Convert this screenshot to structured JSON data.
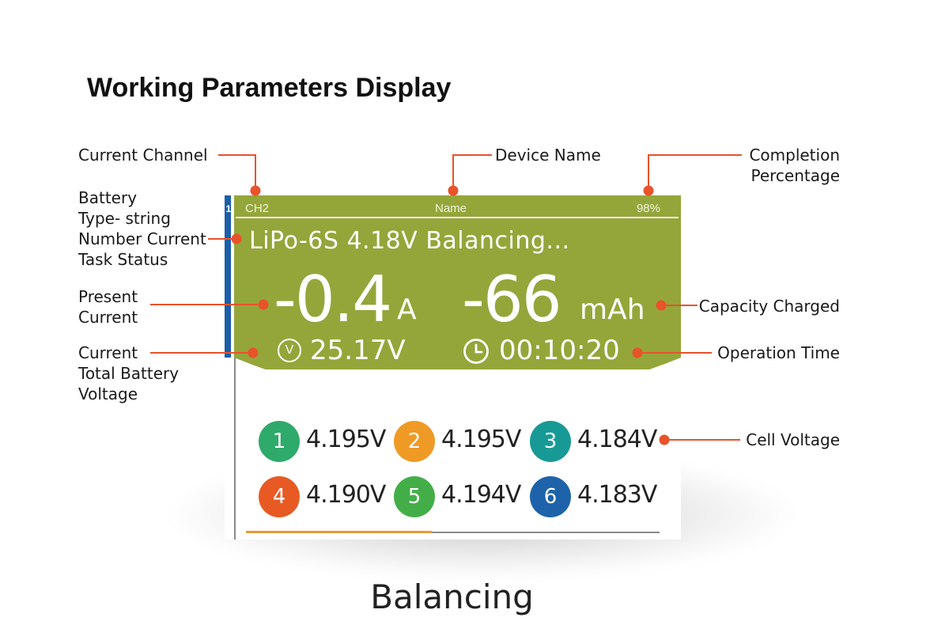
{
  "heading": "Working Parameters Display",
  "caption": "Balancing",
  "annotations": {
    "current_channel": [
      "Current Channel"
    ],
    "device_name": [
      "Device Name"
    ],
    "completion_percentage": [
      "Completion",
      "Percentage"
    ],
    "battery_type": [
      "Battery",
      "Type- string",
      "Number Current",
      "Task Status"
    ],
    "present_current": [
      "Present",
      "Current"
    ],
    "capacity_charged": [
      "Capacity Charged"
    ],
    "total_voltage": [
      "Current",
      "Total Battery",
      "Voltage"
    ],
    "operation_time": [
      "Operation Time"
    ],
    "cell_voltage": [
      "Cell Voltage"
    ]
  },
  "screen": {
    "channel_index": "1",
    "channel": "CH2",
    "device_name": "Name",
    "percentage": "98%",
    "status": "LiPo-6S 4.18V Balancing...",
    "current_value": "-0.4",
    "current_unit": "A",
    "capacity_value": "-66",
    "capacity_unit": "mAh",
    "voltage_icon": "V",
    "total_voltage": "25.17V",
    "clock_icon": "clock-icon",
    "time": "00:10:20",
    "cells": [
      {
        "num": "1",
        "voltage": "4.195V",
        "color": "#2eaa6a"
      },
      {
        "num": "2",
        "voltage": "4.195V",
        "color": "#ef9a25"
      },
      {
        "num": "3",
        "voltage": "4.184V",
        "color": "#179a95"
      },
      {
        "num": "4",
        "voltage": "4.190V",
        "color": "#e85a24"
      },
      {
        "num": "5",
        "voltage": "4.194V",
        "color": "#43ae48"
      },
      {
        "num": "6",
        "voltage": "4.183V",
        "color": "#1e63aa"
      }
    ],
    "progress_fraction": 0.45
  },
  "colors": {
    "panel_green": "#94a63a",
    "accent_blue": "#1b5fa8",
    "leader_orange": "#e8532a",
    "progress_orange": "#e59c2e"
  }
}
